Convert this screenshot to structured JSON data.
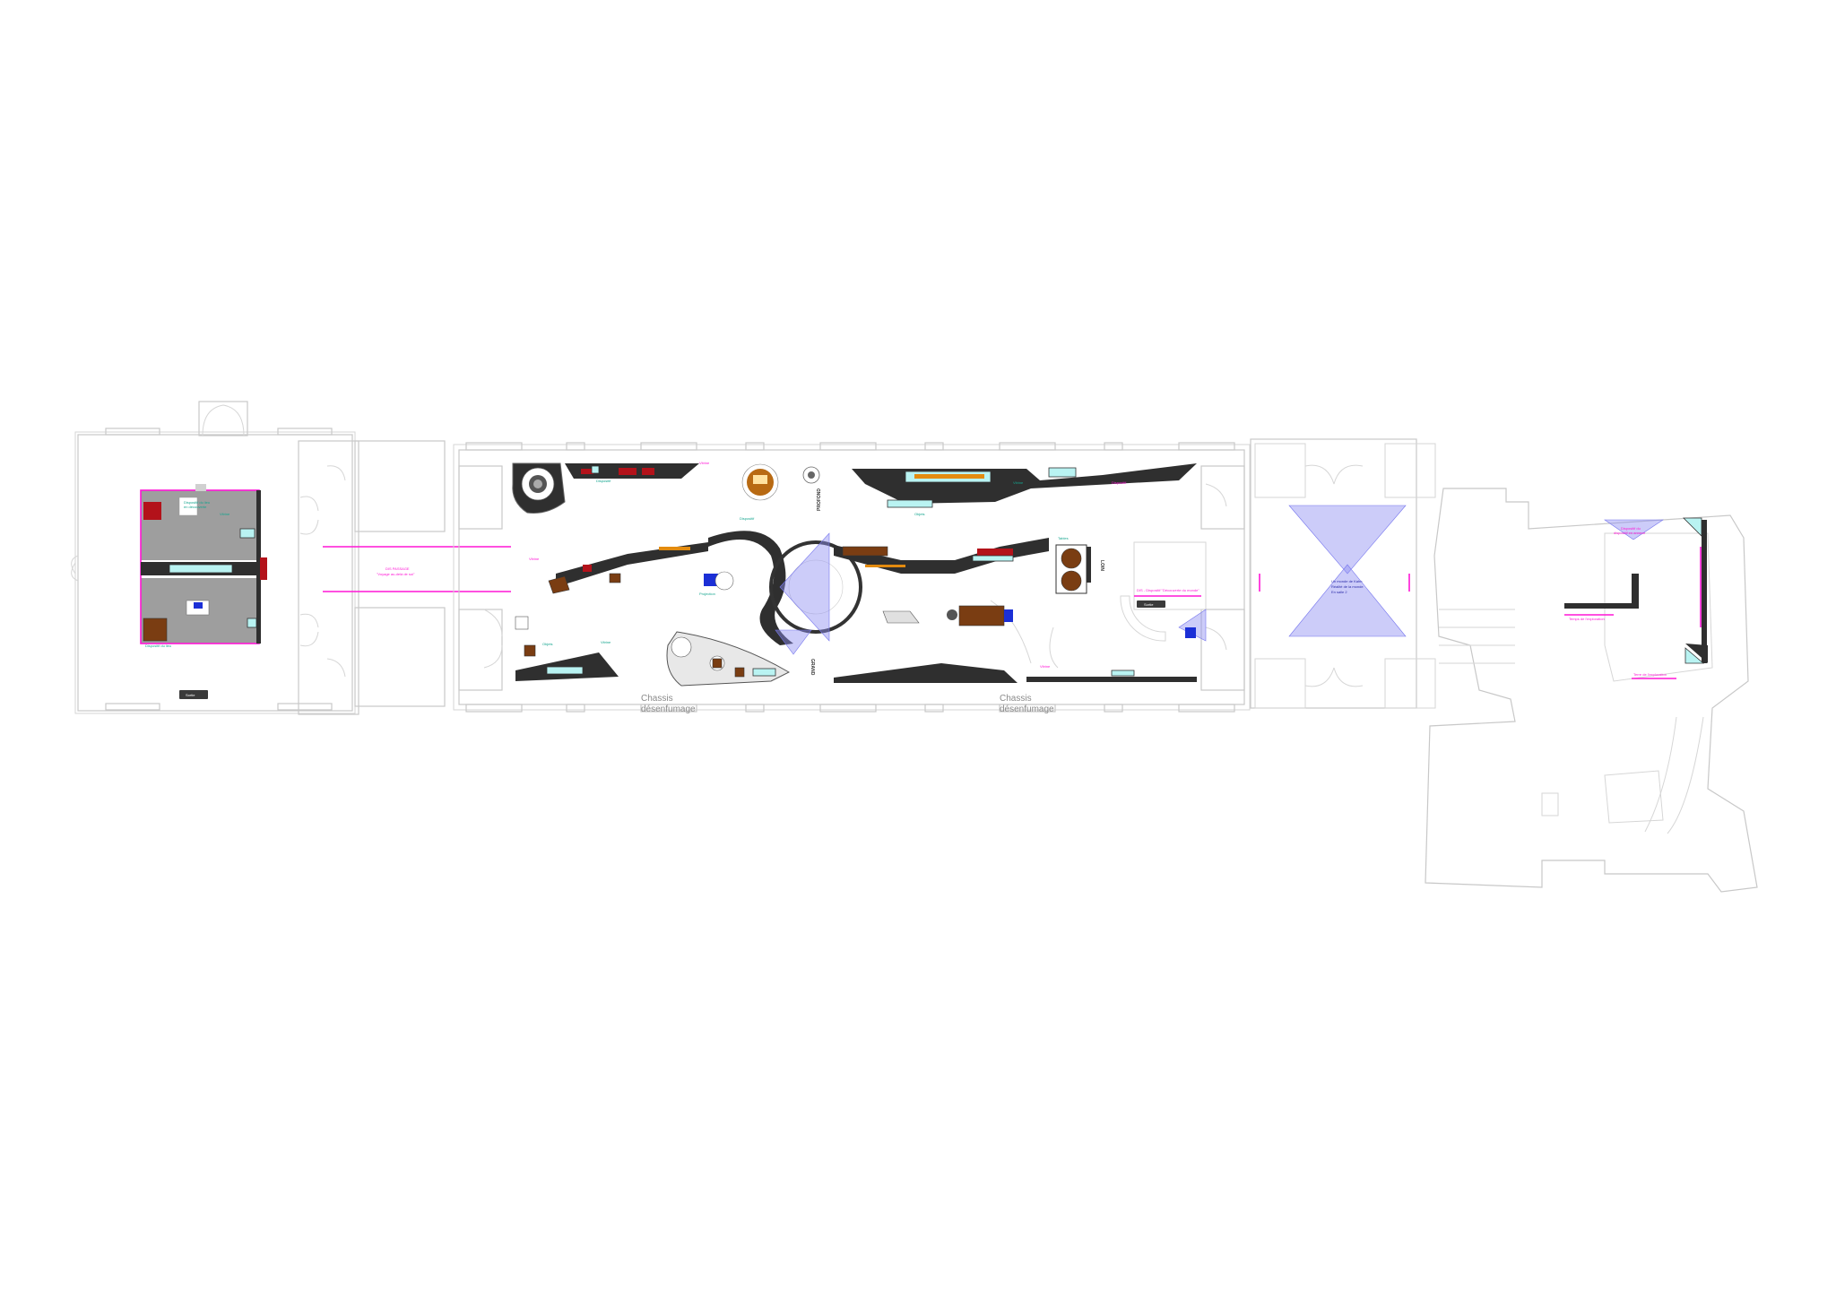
{
  "exits": {
    "label": "Sortie"
  },
  "windows": {
    "smoke_vent_line1": "Chassis",
    "smoke_vent_line2": "désenfumage"
  },
  "zones": {
    "profond": "PROFOND",
    "grand": "GRAND",
    "loin": "LOIN"
  },
  "labels": {
    "passage_line1": "DIS PASSAGE",
    "passage_line2": "\"Voyage au-delà de soi\"",
    "dispositif": "DIS - Dispositif \"Découverte du monde\"",
    "credits_line1": "Un monde de Kahn",
    "credits_line2": "Réalité de la monde",
    "credits_line3": "En salle 2",
    "annex_top_line1": "Dispositif du",
    "annex_top_line2": "dispositif en annexe",
    "annex_label": "Temps de l'exploration",
    "annex_bottom": "Terre de l'exploration"
  },
  "colors": {
    "partition": "#2f2f2f",
    "floor_grey": "#9e9e9e",
    "showcase": "#b9f3f2",
    "annotation": "#ff16d6",
    "caption": "#14a58e",
    "projection": "#8f8ff2",
    "object_brown": "#7a3d12",
    "object_red": "#b3121a",
    "object_blue": "#1b2fd6"
  }
}
